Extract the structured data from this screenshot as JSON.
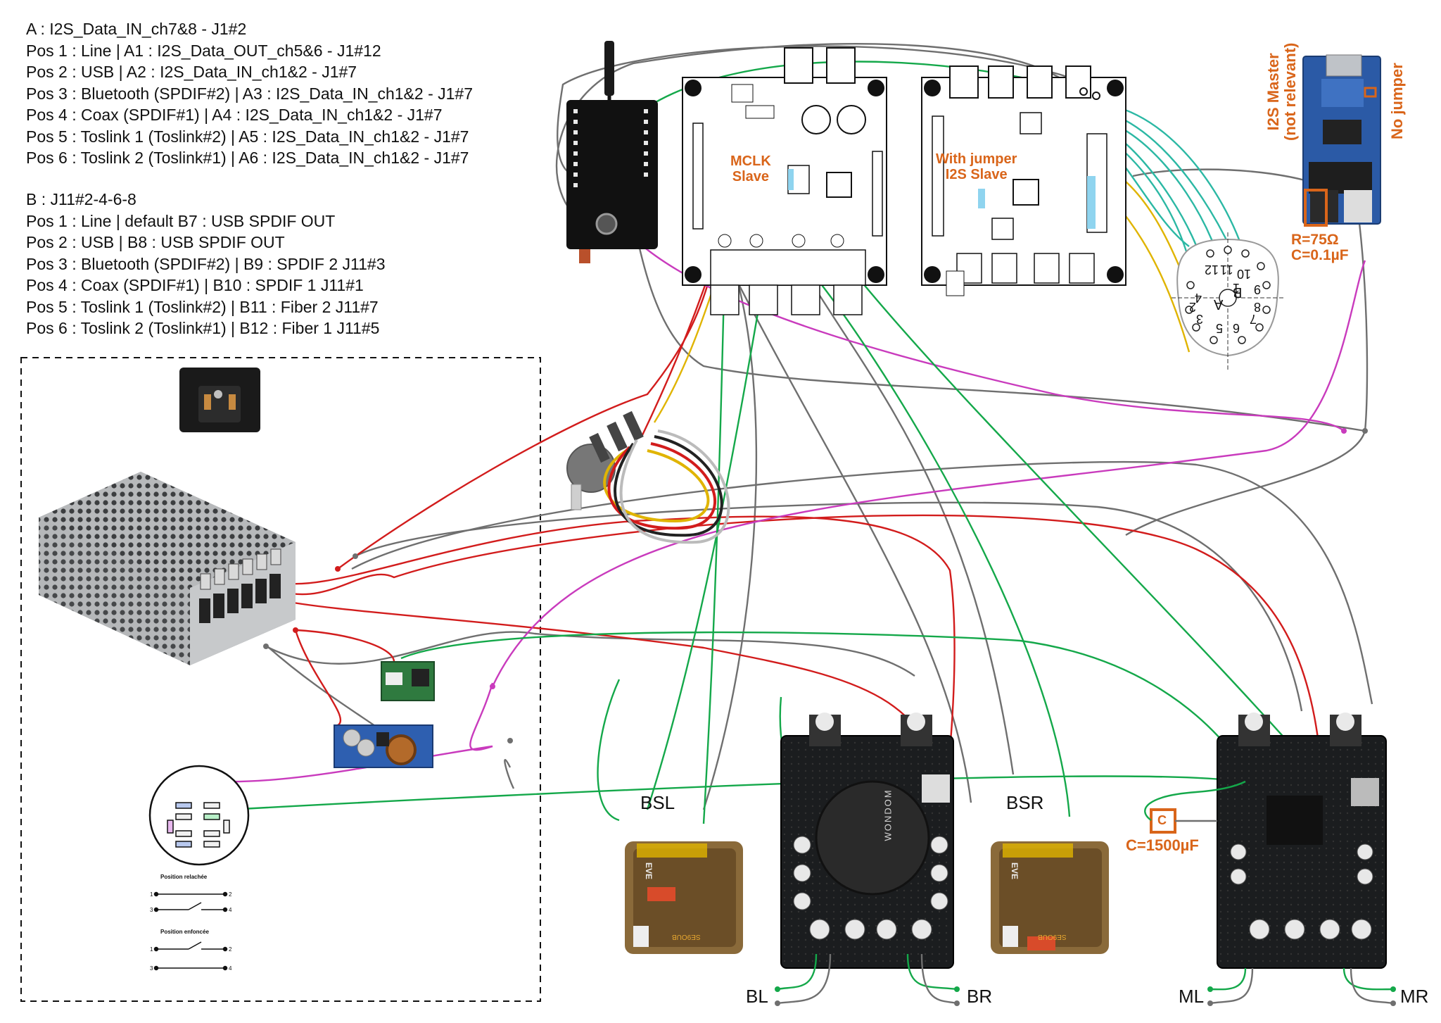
{
  "notes": {
    "group_a": [
      "A : I2S_Data_IN_ch7&8 - J1#2",
      "Pos 1 : Line | A1 : I2S_Data_OUT_ch5&6 - J1#12",
      "Pos 2 : USB | A2 : I2S_Data_IN_ch1&2 - J1#7",
      "Pos 3 : Bluetooth (SPDIF#2) | A3 : I2S_Data_IN_ch1&2 - J1#7",
      "Pos 4 : Coax (SPDIF#1) | A4 : I2S_Data_IN_ch1&2 - J1#7",
      "Pos 5 : Toslink 1 (Toslink#2) | A5 : I2S_Data_IN_ch1&2 - J1#7",
      "Pos 6 : Toslink 2 (Toslink#1) | A6 : I2S_Data_IN_ch1&2 - J1#7"
    ],
    "group_b": [
      "B : J11#2-4-6-8",
      "Pos 1 : Line | default B7 : USB SPDIF OUT",
      "Pos 2 : USB | B8 : USB SPDIF OUT",
      "Pos 3 : Bluetooth (SPDIF#2) | B9 : SPDIF 2 J11#3",
      "Pos 4 : Coax (SPDIF#1) | B10 : SPDIF 1 J11#1",
      "Pos 5 : Toslink 1 (Toslink#2) | B11 : Fiber 2 J11#7",
      "Pos 6 : Toslink 2 (Toslink#1) | B12 : Fiber 1 J11#5"
    ]
  },
  "annotations": {
    "mclk": "MCLK",
    "slave": "Slave",
    "with_jumper": "With jumper",
    "i2s_slave": "I2S Slave",
    "i2s_master": "I2S Master",
    "not_relevant": "(not relevant)",
    "no_jumper": "No jumper",
    "r_75": "R=75Ω",
    "c_01": "C=0.1µF",
    "c_letter": "C",
    "c_1500": "C=1500µF"
  },
  "speakers": {
    "bsl": "BSL",
    "bsr": "BSR",
    "bl": "BL",
    "br": "BR",
    "ml": "ML",
    "mr": "MR"
  },
  "switch": {
    "released": "Position relachée",
    "pressed": "Position enfoncée",
    "pins": [
      "1",
      "2",
      "3",
      "4"
    ]
  },
  "selector_pins": [
    "1",
    "2",
    "3",
    "4",
    "5",
    "6",
    "7",
    "8",
    "9",
    "10",
    "11",
    "12",
    "A",
    "B"
  ],
  "amp_brand": "WONDOM",
  "board_marks": [
    "SE9OUB",
    "EVE"
  ],
  "colors": {
    "wire_red": "#d21c1c",
    "wire_green": "#14a84a",
    "wire_teal": "#2bb8a4",
    "wire_gray": "#6f6f6f",
    "wire_magenta": "#c93bbd",
    "wire_yellow": "#e0b400",
    "wire_blue": "#3f75c9",
    "wire_orange": "#d77a2a",
    "wire_olive": "#8fb030",
    "annotation": "#d9651a"
  }
}
